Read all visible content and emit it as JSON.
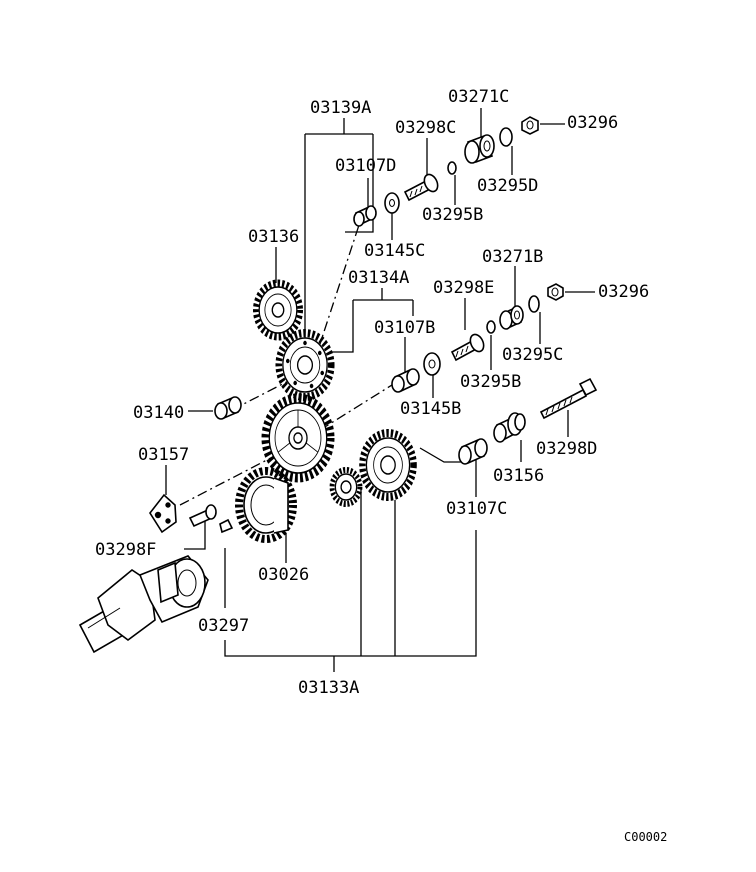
{
  "labels": {
    "p03139A": "03139A",
    "p03271C": "03271C",
    "p03298C": "03298C",
    "p03296_top": "03296",
    "p03107D": "03107D",
    "p03295D": "03295D",
    "p03295B_top": "03295B",
    "p03136": "03136",
    "p03145C": "03145C",
    "p03134A": "03134A",
    "p03271B": "03271B",
    "p03298E": "03298E",
    "p03296_mid": "03296",
    "p03107B": "03107B",
    "p03295C": "03295C",
    "p03295B_mid": "03295B",
    "p03140": "03140",
    "p03145B": "03145B",
    "p03298D": "03298D",
    "p03157": "03157",
    "p03156": "03156",
    "p03107C": "03107C",
    "p03298F": "03298F",
    "p03026": "03026",
    "p03297": "03297",
    "p03133A": "03133A"
  },
  "drawing_code": "C00002"
}
